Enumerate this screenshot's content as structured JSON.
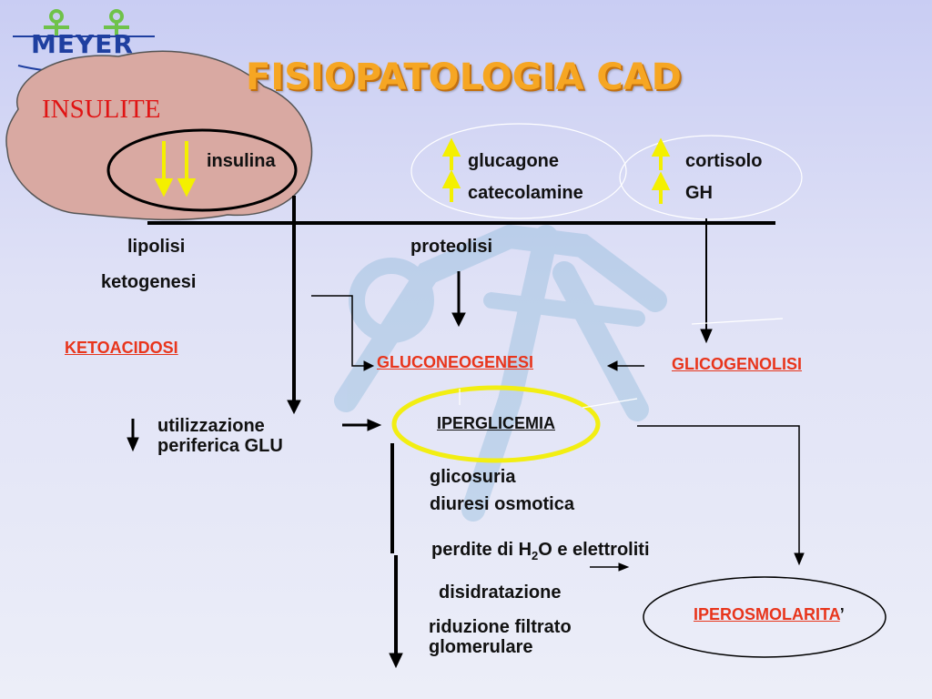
{
  "logo": {
    "text": "MEYER"
  },
  "title": "FISIOPATOLOGIA CAD",
  "insulite": "INSULITE",
  "labels": {
    "insulina": "insulina",
    "glucagone": "glucagone",
    "catecolamine": "catecolamine",
    "cortisolo": "cortisolo",
    "gh": "GH",
    "lipolisi": "lipolisi",
    "ketogenesi": "ketogenesi",
    "proteolisi": "proteolisi",
    "ketoacidosi": "KETOACIDOSI",
    "gluconeogenesi": "GLUCONEOGENESI",
    "glicogenolisi": "GLICOGENOLISI",
    "iperglicemia": "IPERGLICEMIA",
    "utilizzazione_1": "utilizzazione",
    "utilizzazione_2": "periferica GLU",
    "glicosuria": "glicosuria",
    "diuresi": "diuresi osmotica",
    "perdite_pre": "perdite di H",
    "perdite_sub": "2",
    "perdite_post": "O e  elettroliti",
    "disidratazione": "disidratazione",
    "riduzione_1": "riduzione filtrato",
    "riduzione_2": "glomerulare",
    "iperosmolarita": "IPEROSMOLARITA",
    "iperosmolarita_suffix": "’"
  },
  "colors": {
    "title": "#f6a623",
    "insulite": "#e01414",
    "highlight_red": "#e8351c",
    "arrow_yellow": "#f4f000",
    "ellipse_yellow": "#f2ee12",
    "pancreas": "#d9a9a2",
    "logo_blue": "#1f3fa0",
    "logo_green": "#6fc24a"
  }
}
